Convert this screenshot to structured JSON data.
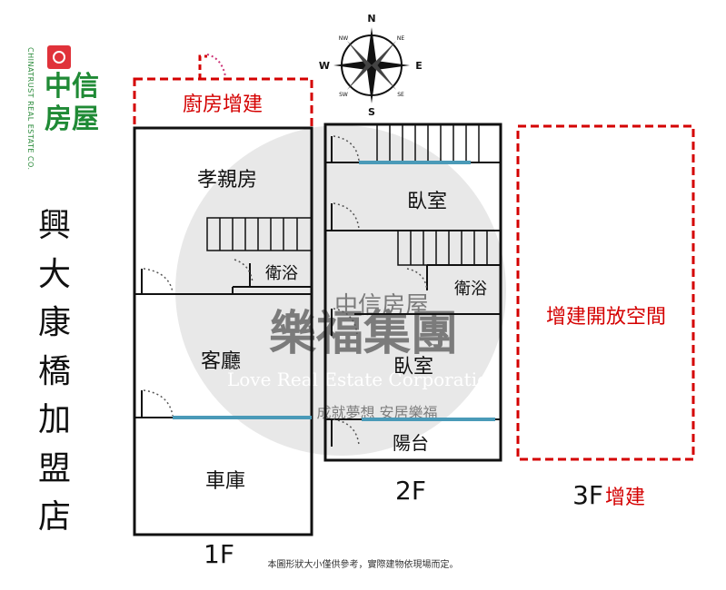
{
  "brand": {
    "name": "中信房屋",
    "name_line1": "中信",
    "name_line2": "房屋",
    "vertical_text": "CHINATRUST REAL ESTATE CO.",
    "logo_icon": "chinatrust-logo-icon",
    "color": "#1f8a35"
  },
  "store": {
    "name": "興大康橋加盟店",
    "chars": [
      "興",
      "大",
      "康",
      "橋",
      "加",
      "盟",
      "店"
    ]
  },
  "compass": {
    "n": "N",
    "s": "S",
    "e": "E",
    "w": "W",
    "nw": "NW",
    "ne": "NE",
    "sw": "SW",
    "se": "SE"
  },
  "watermark": {
    "title": "樂福集團",
    "subtitle": "Love Real Estate Corporation",
    "slogan": "成就夢想 安居樂福",
    "top": "中信房屋"
  },
  "floors": {
    "f1": {
      "label": "1F",
      "rooms": {
        "kitchen_ext": "廚房增建",
        "parents_room": "孝親房",
        "bath": "衛浴",
        "living": "客廳",
        "garage": "車庫"
      }
    },
    "f2": {
      "label": "2F",
      "rooms": {
        "bedroom_top": "臥室",
        "bath": "衛浴",
        "bedroom_bottom": "臥室",
        "balcony": "陽台"
      }
    },
    "f3": {
      "label_num": "3F",
      "label_ext": "增建",
      "rooms": {
        "open_space": "增建開放空間"
      }
    }
  },
  "note": "本圖形狀大小僅供參考，實際建物依現場而定。",
  "colors": {
    "red": "#d40000",
    "window": "#4a9ab8",
    "wall": "#111111",
    "door": "#cc3377"
  }
}
